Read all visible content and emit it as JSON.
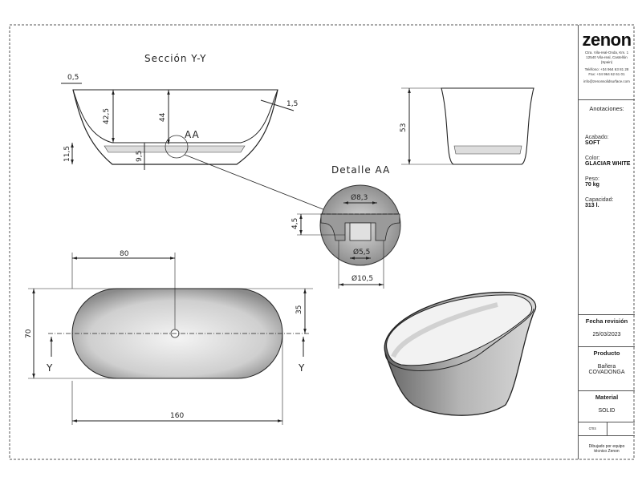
{
  "drawing": {
    "section_title": "Sección Y-Y",
    "detail_title": "Detalle AA",
    "detail_marker": "AA",
    "section_dims": [
      "0,5",
      "42,5",
      "44",
      "1,5",
      "11,5",
      "9,5"
    ],
    "side_dims": [
      "53"
    ],
    "detail_dims": [
      "Ø8,3",
      "4,5",
      "Ø5,5",
      "Ø10,5"
    ],
    "plan_dims": [
      "80",
      "35",
      "70",
      "160"
    ],
    "section_marker": "Y"
  },
  "title_block": {
    "brand": "zenon",
    "address": [
      "Ctra. Vila-real-Onda, Km. 1",
      "12540 Vila-real, Castellón",
      "(Spain)"
    ],
    "phone": "Teléfono: +34 964 63 81 28",
    "fax": "Fax: +34 964 62 61 01",
    "email": "info@zenonsolidsurface.com",
    "annotations_label": "Anotaciones:",
    "finish_label": "Acabado:",
    "finish_value": "SOFT",
    "color_label": "Color:",
    "color_value": "GLACIAR WHITE",
    "weight_label": "Peso:",
    "weight_value": "70 kg",
    "capacity_label": "Capacidad:",
    "capacity_value": "313 l.",
    "revision_label": "Fecha revisión",
    "revision_date": "25/03/2023",
    "product_label": "Producto",
    "product_value_1": "Bañera",
    "product_value_2": "COVADONGA",
    "material_label": "Material",
    "material_value": "SOLID",
    "units": "cms",
    "drawn_by_1": "Dibujado por equipo",
    "drawn_by_2": "técnico Zenon"
  }
}
